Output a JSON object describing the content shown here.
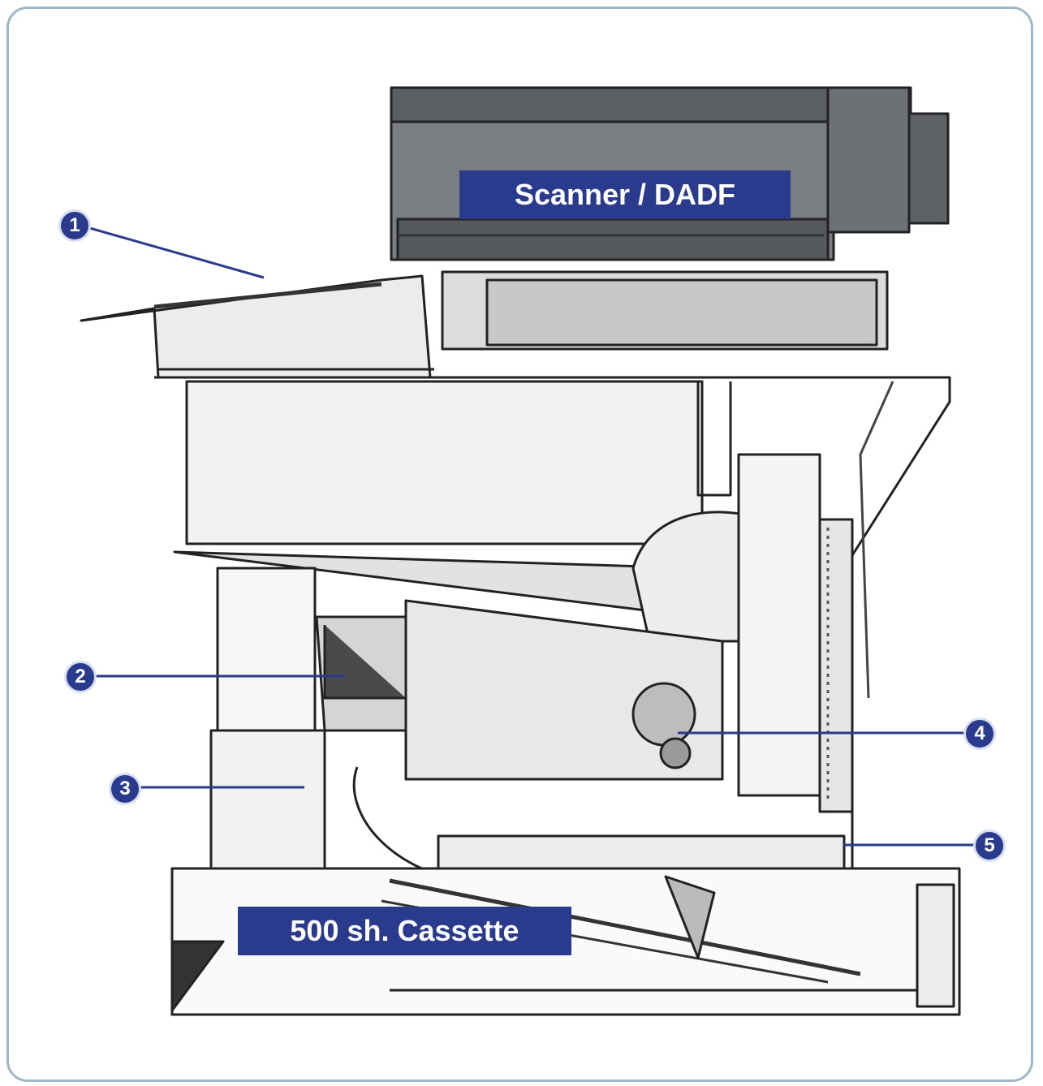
{
  "labels": {
    "scanner": "Scanner / DADF",
    "cassette": "500 sh. Cassette"
  },
  "callouts": [
    "1",
    "2",
    "3",
    "4",
    "5"
  ],
  "colors": {
    "frame_border": "#9db8c9",
    "label_fill": "#2a3a8c",
    "callout_fill": "#2a3a8c",
    "leader_line": "#2a3a8c",
    "drawing_line": "#222222"
  }
}
